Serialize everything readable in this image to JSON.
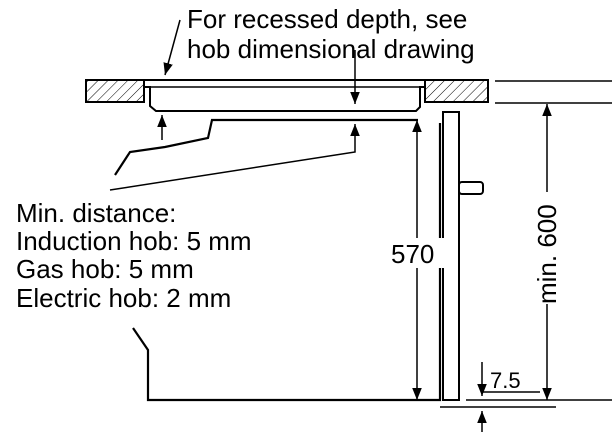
{
  "note_recessed": {
    "line1": "For recessed depth, see",
    "line2": "hob dimensional drawing"
  },
  "min_distance": {
    "heading": "Min. distance:",
    "induction": "Induction hob: 5 mm",
    "gas": "Gas hob: 5 mm",
    "electric": "Electric hob: 2 mm"
  },
  "dimensions": {
    "oven_height": "570",
    "niche_height": "min. 600",
    "gap": "7.5"
  }
}
